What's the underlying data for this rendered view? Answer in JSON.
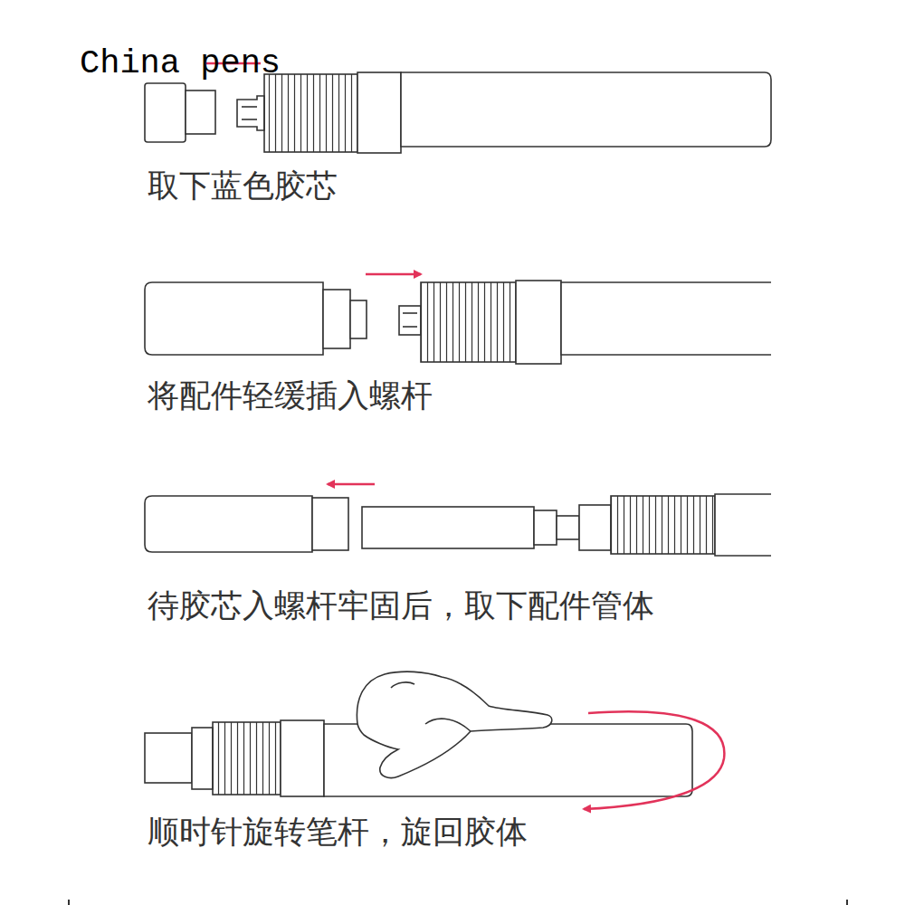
{
  "diagram": {
    "labels": [
      "China pens",
      "取下蓝色胶芯",
      "将配件轻缓插入螺杆",
      "待胶芯入螺杆牢固后，取下配件管体",
      "顺时针旋转笔杆，旋回胶体"
    ]
  }
}
